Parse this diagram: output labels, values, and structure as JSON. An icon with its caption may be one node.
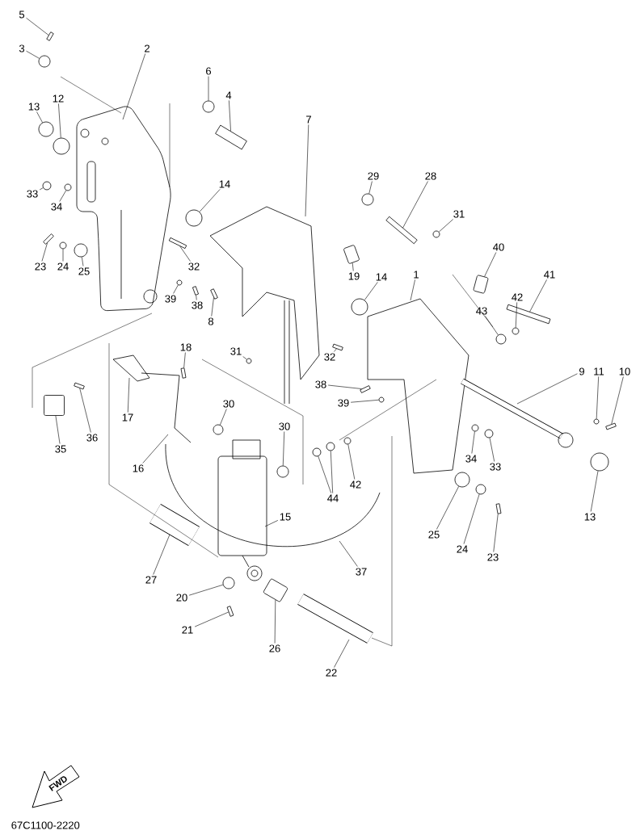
{
  "diagram": {
    "nodes": [
      {
        "text": [
          "5"
        ]
      },
      {
        "text": [
          "3"
        ]
      },
      {
        "text": [
          "2"
        ]
      },
      {
        "text": [
          "13"
        ]
      },
      {
        "text": [
          "12"
        ]
      },
      {
        "text": [
          "6"
        ]
      },
      {
        "text": [
          "4"
        ]
      },
      {
        "text": [
          "7"
        ]
      },
      {
        "text": [
          "33"
        ]
      },
      {
        "text": [
          "34"
        ]
      },
      {
        "text": [
          "14"
        ]
      },
      {
        "text": [
          "29"
        ]
      },
      {
        "text": [
          "28"
        ]
      },
      {
        "text": [
          "31"
        ]
      },
      {
        "text": [
          "40"
        ]
      },
      {
        "text": [
          "41"
        ]
      },
      {
        "text": [
          "23"
        ]
      },
      {
        "text": [
          "24"
        ]
      },
      {
        "text": [
          "25"
        ]
      },
      {
        "text": [
          "32"
        ]
      },
      {
        "text": [
          "19"
        ]
      },
      {
        "text": [
          "14"
        ]
      },
      {
        "text": [
          "1"
        ]
      },
      {
        "text": [
          "43"
        ]
      },
      {
        "text": [
          "42"
        ]
      },
      {
        "text": [
          "39"
        ]
      },
      {
        "text": [
          "38"
        ]
      },
      {
        "text": [
          "8"
        ]
      },
      {
        "text": [
          "18"
        ]
      },
      {
        "text": [
          "31"
        ]
      },
      {
        "text": [
          "32"
        ]
      },
      {
        "text": [
          "9"
        ]
      },
      {
        "text": [
          "11"
        ]
      },
      {
        "text": [
          "10"
        ]
      },
      {
        "text": [
          "38"
        ]
      },
      {
        "text": [
          "39"
        ]
      },
      {
        "text": [
          "17"
        ]
      },
      {
        "text": [
          "30"
        ]
      },
      {
        "text": [
          "30"
        ]
      },
      {
        "text": [
          "36"
        ]
      },
      {
        "text": [
          "35"
        ]
      },
      {
        "text": [
          "16"
        ]
      },
      {
        "text": [
          "44"
        ]
      },
      {
        "text": [
          "42"
        ]
      },
      {
        "text": [
          "34"
        ]
      },
      {
        "text": [
          "33"
        ]
      },
      {
        "text": [
          "25"
        ]
      },
      {
        "text": [
          "24"
        ]
      },
      {
        "text": [
          "23"
        ]
      },
      {
        "text": [
          "13"
        ]
      },
      {
        "text": [
          "15"
        ]
      },
      {
        "text": [
          "37"
        ]
      },
      {
        "text": [
          "27"
        ]
      },
      {
        "text": [
          "20"
        ]
      },
      {
        "text": [
          "21"
        ]
      },
      {
        "text": [
          "26"
        ]
      },
      {
        "text": [
          "22"
        ]
      },
      {
        "text": [],
        "shape": "bar"
      },
      {
        "text": [],
        "shape": "circle"
      },
      {
        "text": [],
        "shape": "circle"
      },
      {
        "text": [],
        "shape": "circle"
      },
      {
        "text": [],
        "shape": "circle"
      },
      {
        "text": [],
        "shape": "bar"
      },
      {
        "text": [],
        "shape": "circle"
      },
      {
        "text": [],
        "shape": "circle"
      },
      {
        "text": [],
        "shape": "circle"
      },
      {
        "text": [],
        "shape": "circle"
      },
      {
        "text": [],
        "shape": "bar"
      },
      {
        "text": [],
        "shape": "circle"
      },
      {
        "text": [],
        "shape": "box"
      },
      {
        "text": [],
        "shape": "bar"
      },
      {
        "text": [],
        "shape": "bar"
      },
      {
        "text": [],
        "shape": "circle"
      },
      {
        "text": [],
        "shape": "circle"
      },
      {
        "text": [],
        "shape": "bar"
      },
      {
        "text": [],
        "shape": "box"
      },
      {
        "text": [],
        "shape": "circle"
      },
      {
        "text": [],
        "shape": "circle"
      },
      {
        "text": [],
        "shape": "circle"
      },
      {
        "text": [],
        "shape": "circle"
      },
      {
        "text": [],
        "shape": "bar"
      },
      {
        "text": [],
        "shape": "bar"
      },
      {
        "text": [],
        "shape": "bar"
      },
      {
        "text": [],
        "shape": "circle"
      },
      {
        "text": [],
        "shape": "bar"
      },
      {
        "text": [],
        "shape": "circle"
      },
      {
        "text": [],
        "shape": "bar"
      },
      {
        "text": [],
        "shape": "bar"
      },
      {
        "text": [],
        "shape": "circle"
      },
      {
        "text": [],
        "shape": "circle"
      },
      {
        "text": [],
        "shape": "circle"
      },
      {
        "text": [],
        "shape": "bar"
      },
      {
        "text": [],
        "shape": "box"
      },
      {
        "text": [],
        "shape": "circle"
      },
      {
        "text": [],
        "shape": "circle"
      },
      {
        "text": [],
        "shape": "circle"
      },
      {
        "text": [],
        "shape": "circle"
      },
      {
        "text": [],
        "shape": "circle"
      },
      {
        "text": [],
        "shape": "circle"
      },
      {
        "text": [],
        "shape": "circle"
      },
      {
        "text": [],
        "shape": "bar"
      },
      {
        "text": [],
        "shape": "circle"
      },
      {
        "text": [],
        "shape": "circle"
      },
      {
        "text": [],
        "shape": "bar"
      },
      {
        "text": [],
        "shape": "box"
      }
    ],
    "edges": [
      {
        "from": 0,
        "to": 57,
        "arrow": "none"
      },
      {
        "from": 1,
        "to": 58,
        "arrow": "none"
      },
      {
        "from": 2,
        "to": null,
        "arrow": "none"
      },
      {
        "from": 3,
        "to": 59,
        "arrow": "none"
      },
      {
        "from": 4,
        "to": 60,
        "arrow": "none"
      },
      {
        "from": 5,
        "to": 61,
        "arrow": "none"
      },
      {
        "from": 6,
        "to": 62,
        "arrow": "none"
      },
      {
        "from": 7,
        "to": null,
        "arrow": "none"
      },
      {
        "from": 8,
        "to": 63,
        "arrow": "none"
      },
      {
        "from": 9,
        "to": 64,
        "arrow": "none"
      },
      {
        "from": 10,
        "to": 65,
        "arrow": "none"
      },
      {
        "from": 11,
        "to": 66,
        "arrow": "none"
      },
      {
        "from": 12,
        "to": 67,
        "arrow": "none"
      },
      {
        "from": 13,
        "to": 68,
        "arrow": "none"
      },
      {
        "from": 14,
        "to": 69,
        "arrow": "none"
      },
      {
        "from": 15,
        "to": 70,
        "arrow": "none"
      },
      {
        "from": 16,
        "to": 71,
        "arrow": "none"
      },
      {
        "from": 17,
        "to": 72,
        "arrow": "none"
      },
      {
        "from": 18,
        "to": 73,
        "arrow": "none"
      },
      {
        "from": 19,
        "to": 74,
        "arrow": "none"
      },
      {
        "from": 20,
        "to": 75,
        "arrow": "none"
      },
      {
        "from": 21,
        "to": 76,
        "arrow": "none"
      },
      {
        "from": 22,
        "to": null,
        "arrow": "none"
      },
      {
        "from": 23,
        "to": 77,
        "arrow": "none"
      },
      {
        "from": 24,
        "to": 78,
        "arrow": "none"
      },
      {
        "from": 25,
        "to": 79,
        "arrow": "none"
      },
      {
        "from": 26,
        "to": 80,
        "arrow": "none"
      },
      {
        "from": 27,
        "to": 81,
        "arrow": "none"
      },
      {
        "from": 28,
        "to": 82,
        "arrow": "none"
      },
      {
        "from": 29,
        "to": 83,
        "arrow": "none"
      },
      {
        "from": 30,
        "to": 84,
        "arrow": "none"
      },
      {
        "from": 31,
        "to": null,
        "arrow": "none"
      },
      {
        "from": 32,
        "to": 85,
        "arrow": "none"
      },
      {
        "from": 33,
        "to": 86,
        "arrow": "none"
      },
      {
        "from": 34,
        "to": 87,
        "arrow": "none"
      },
      {
        "from": 35,
        "to": 88,
        "arrow": "none"
      },
      {
        "from": 36,
        "to": null,
        "arrow": "none"
      },
      {
        "from": 37,
        "to": 89,
        "arrow": "none"
      },
      {
        "from": 38,
        "to": 90,
        "arrow": "none"
      },
      {
        "from": 39,
        "to": 91,
        "arrow": "none"
      },
      {
        "from": 40,
        "to": 92,
        "arrow": "none"
      },
      {
        "from": 41,
        "to": null,
        "arrow": "none"
      },
      {
        "from": 42,
        "to": 93,
        "arrow": "none"
      },
      {
        "from": 42,
        "to": 94,
        "arrow": "none"
      },
      {
        "from": 43,
        "to": 95,
        "arrow": "none"
      },
      {
        "from": 44,
        "to": 96,
        "arrow": "none"
      },
      {
        "from": 45,
        "to": 97,
        "arrow": "none"
      },
      {
        "from": 46,
        "to": 98,
        "arrow": "none"
      },
      {
        "from": 47,
        "to": 99,
        "arrow": "none"
      },
      {
        "from": 48,
        "to": 100,
        "arrow": "none"
      },
      {
        "from": 49,
        "to": 101,
        "arrow": "none"
      },
      {
        "from": 50,
        "to": null,
        "arrow": "none"
      },
      {
        "from": 51,
        "to": null,
        "arrow": "none"
      },
      {
        "from": 52,
        "to": null,
        "arrow": "none"
      },
      {
        "from": 53,
        "to": 102,
        "arrow": "none"
      },
      {
        "from": 54,
        "to": 103,
        "arrow": "none"
      },
      {
        "from": 55,
        "to": 104,
        "arrow": "none"
      },
      {
        "from": 56,
        "to": null,
        "arrow": "none"
      }
    ],
    "labels": [
      "FWD",
      "67C1100-2220"
    ]
  }
}
